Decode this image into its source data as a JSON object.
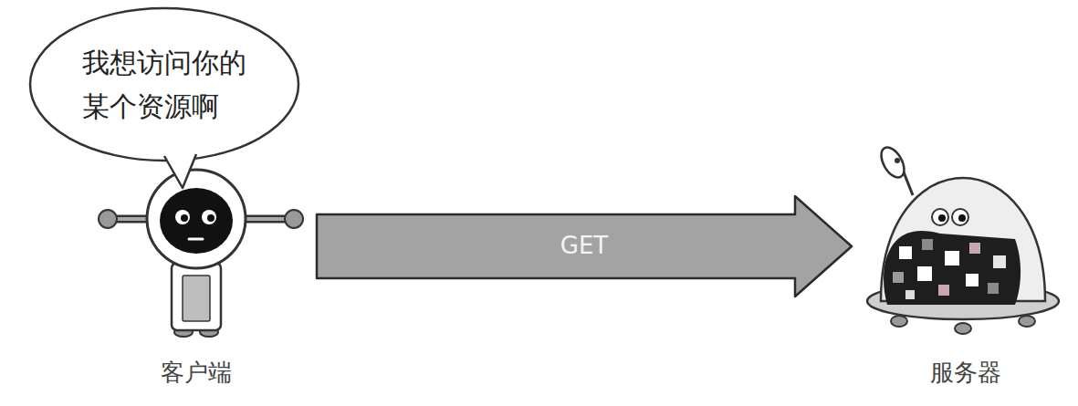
{
  "diagram": {
    "nodes": [
      {
        "text": [
          "我想访问你的 某个资源啊"
        ]
      },
      {
        "text": [
          "客户端"
        ]
      },
      {
        "text": [
          "服务器"
        ]
      }
    ],
    "edges": [
      {
        "from": 1,
        "to": 2,
        "arrow": "to",
        "label": "GET"
      }
    ]
  }
}
